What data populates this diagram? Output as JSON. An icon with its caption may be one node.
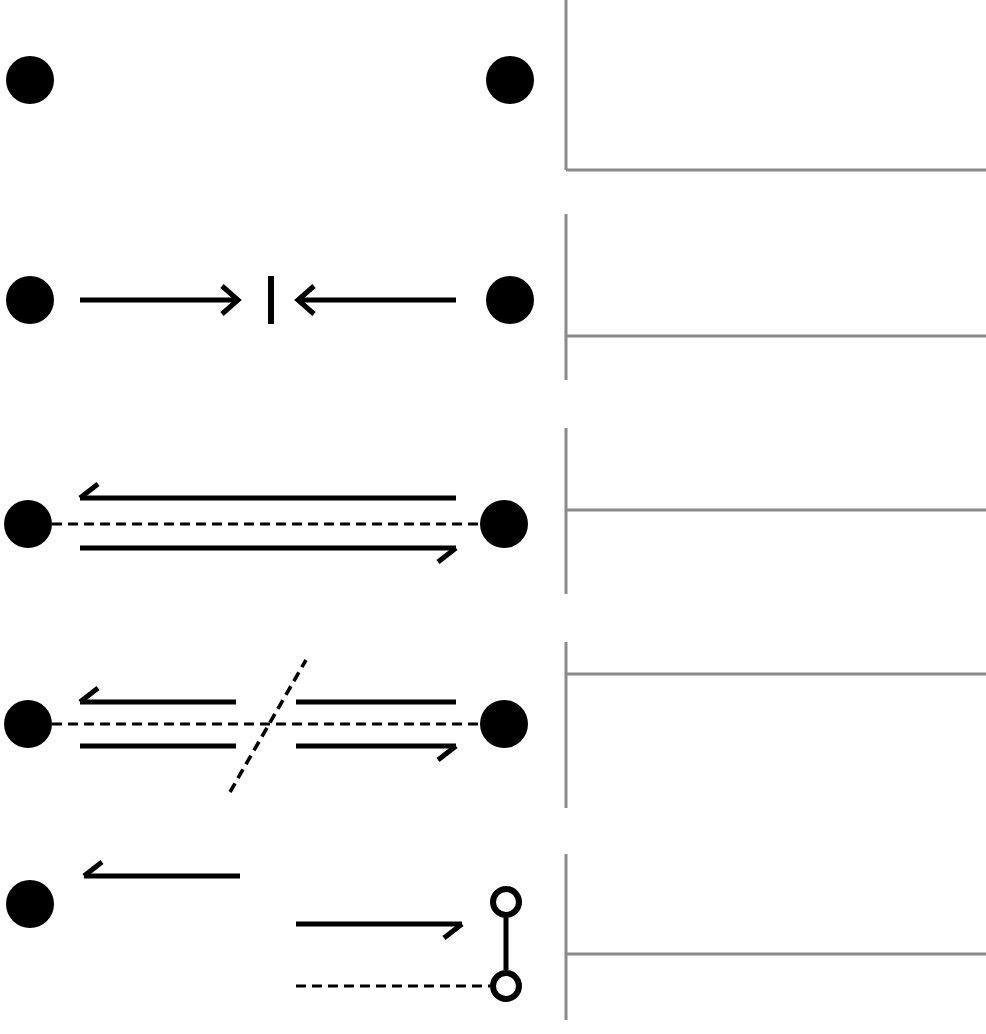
{
  "diagram": {
    "nodes": [
      {
        "text": [],
        "shape": "circle"
      },
      {
        "text": [],
        "shape": "circle"
      },
      {
        "text": [],
        "shape": "circle"
      },
      {
        "text": [],
        "shape": "bar"
      },
      {
        "text": [],
        "shape": "circle"
      },
      {
        "text": [],
        "shape": "circle"
      },
      {
        "text": [],
        "shape": "circle"
      },
      {
        "text": [],
        "shape": "circle"
      },
      {
        "text": [],
        "shape": "circle"
      },
      {
        "text": [],
        "shape": "circle"
      },
      {
        "text": [],
        "shape": "circle"
      },
      {
        "text": [],
        "shape": "circle"
      }
    ],
    "edges": [
      {
        "from": 2,
        "to": 3,
        "arrow": "to"
      },
      {
        "from": 4,
        "to": 3,
        "arrow": "to"
      },
      {
        "from": 5,
        "to": 6,
        "arrow": "none",
        "style": "dashed"
      },
      {
        "from": 7,
        "to": 8,
        "arrow": "none",
        "style": "dashed"
      },
      {
        "from": 10,
        "to": 11,
        "arrow": "none"
      },
      {
        "from": null,
        "to": 11,
        "arrow": "none",
        "style": "dashed"
      }
    ]
  }
}
